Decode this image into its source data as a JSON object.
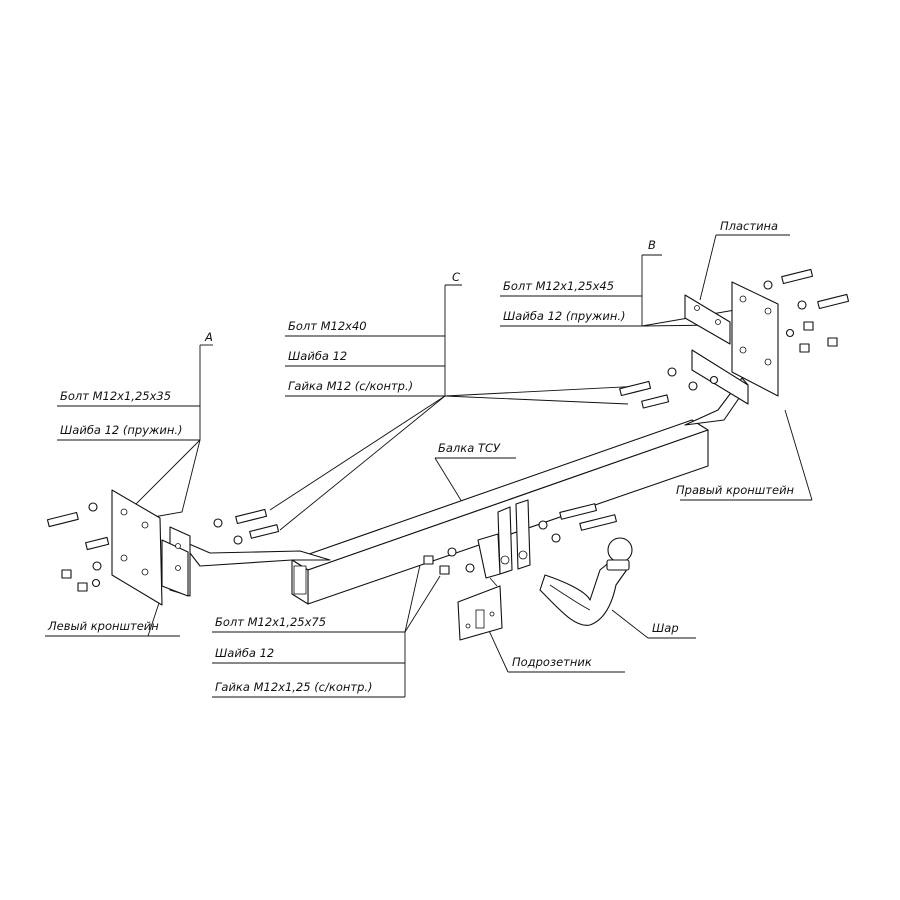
{
  "drawing": {
    "line_color": "#111111",
    "background": "#ffffff"
  },
  "groups": {
    "a": {
      "letter": "A",
      "bolt": "Болт М12х1,25х35",
      "washer": "Шайба 12 (пружин.)"
    },
    "b": {
      "letter": "B",
      "bolt": "Болт М12х1,25х45",
      "washer": "Шайба 12 (пружин.)"
    },
    "c": {
      "letter": "С",
      "bolt": "Болт М12х40",
      "washer": "Шайба 12",
      "nut": "Гайка М12 (с/контр.)"
    },
    "bottom": {
      "bolt": "Болт М12х1,25х75",
      "washer": "Шайба 12",
      "nut": "Гайка М12х1,25 (с/контр.)"
    }
  },
  "parts": {
    "plate": "Пластина",
    "beam": "Балка ТСУ",
    "right_bracket": "Правый кронштейн",
    "left_bracket": "Левый кронштейн",
    "socket_bracket": "Подрозетник",
    "ball": "Шар"
  }
}
